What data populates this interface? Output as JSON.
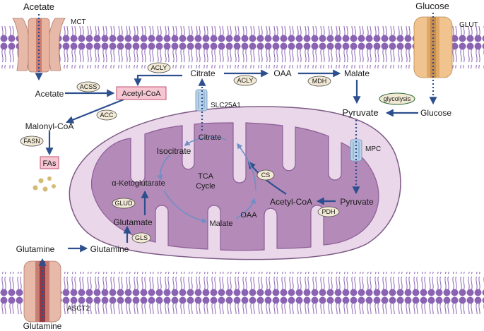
{
  "labels": {
    "acetate_out": "Acetate",
    "acetate_in": "Acetate",
    "mct": "MCT",
    "glucose_out": "Glucose",
    "glucose_in": "Glucose",
    "glut": "GLUT",
    "acetyl_coa_cyto": "Acetyl-CoA",
    "citrate_cyto": "Citrate",
    "oaa_cyto": "OAA",
    "malate_cyto": "Malate",
    "pyruvate_cyto": "Pyruvate",
    "malonyl_coa": "Malonyl-CoA",
    "fas": "FAs",
    "slc25a1": "SLC25A1",
    "mpc": "MPC",
    "citrate_mito": "Citrate",
    "isocitrate": "Isocitrate",
    "tca_line1": "TCA",
    "tca_line2": "Cycle",
    "aketo": "α-Ketoglutarate",
    "oaa_mito": "OAA",
    "malate_mito": "Malate",
    "acetyl_coa_mito": "Acetyl-CoA",
    "pyruvate_mito": "Pyruvate",
    "glutamate": "Glutamate",
    "glutamine_mito": "Glutamine",
    "glutamine_cyto": "Glutamine",
    "glutamine_out": "Glutamine",
    "asct2": "ASCT2"
  },
  "enzymes": {
    "acly_top": "ACLY",
    "acss": "ACSS",
    "acly_mid": "ACLY",
    "mdh": "MDH",
    "glycolysis": "glycolysis",
    "acc": "ACC",
    "fasn": "FASN",
    "cs": "CS",
    "pdh": "PDH",
    "glud": "GLUD",
    "gls": "GLS"
  },
  "colors": {
    "arrow": "#2d4f8e",
    "tca_arrow": "#6f8fc6",
    "membrane_head": "#8a63b3",
    "mito_outer": "#ead7ea",
    "mito_matrix": "#b48ab8",
    "highlight_box": "#f6c6d3",
    "highlight_border": "#c0526f",
    "transporter_red": "#e7b9a8",
    "transporter_orange": "#f1c48f",
    "channel_blue": "#b9d3ea"
  }
}
